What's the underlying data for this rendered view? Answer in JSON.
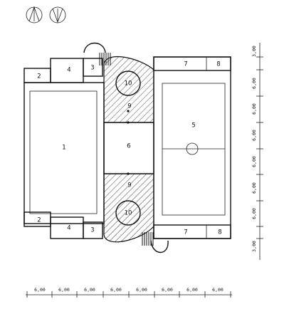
{
  "rooms": {
    "r1": "1",
    "r2_top": "2",
    "r2_bottom": "2",
    "r3_top": "3",
    "r3_bottom": "3",
    "r4_top": "4",
    "r4_bottom": "4",
    "r5": "5",
    "r6": "6",
    "r7_top": "7",
    "r7_bottom": "7",
    "r8_top": "8",
    "r8_bottom": "8",
    "r9_top": "9",
    "r9_bottom": "9",
    "r10_top": "10",
    "r10_bottom": "10"
  },
  "dimensions": {
    "horizontal": [
      "6,00",
      "6,00",
      "6,00",
      "6,00",
      "6,00",
      "6,00",
      "6,00",
      "6,00"
    ],
    "vertical": [
      "3,00",
      "6,00",
      "6,00",
      "6,00",
      "6,00",
      "6,00",
      "6,00",
      "3,00"
    ]
  },
  "icons": [
    "north-arrow-icon-1",
    "north-arrow-icon-2"
  ]
}
